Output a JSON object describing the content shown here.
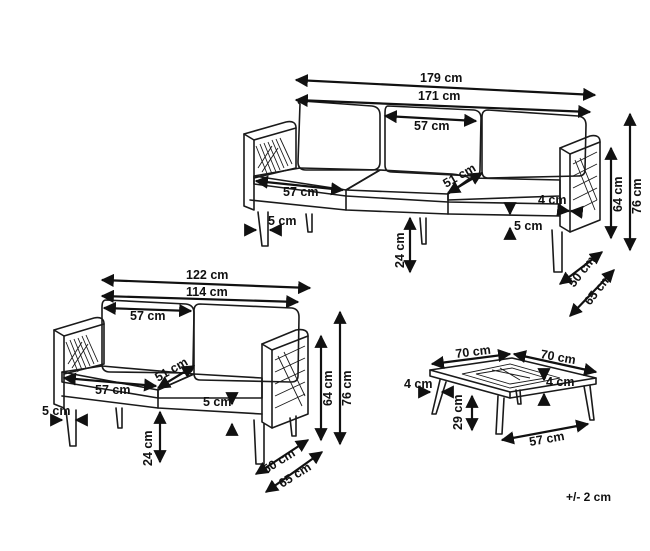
{
  "sofa3": {
    "total_width": "179 cm",
    "seat_width": "171 cm",
    "back_cushion": "57 cm",
    "seat_cushion_width": "57 cm",
    "seat_cushion_depth": "51 cm",
    "arm_thickness": "4 cm",
    "leg_offset": "5 cm",
    "cushion_thickness": "5 cm",
    "seat_height": "24 cm",
    "arm_height": "64 cm",
    "total_height": "76 cm",
    "seat_depth": "50 cm",
    "total_depth": "65 cm"
  },
  "sofa2": {
    "total_width": "122 cm",
    "seat_width": "114 cm",
    "back_cushion": "57 cm",
    "seat_cushion_width": "57 cm",
    "seat_cushion_depth": "51 cm",
    "leg_offset": "5 cm",
    "cushion_thickness": "5 cm",
    "seat_height": "24 cm",
    "arm_height": "64 cm",
    "total_height": "76 cm",
    "seat_depth": "50 cm",
    "total_depth": "65 cm"
  },
  "table": {
    "top_width": "70 cm",
    "top_depth": "70 cm",
    "leg_inset_left": "4 cm",
    "leg_inset_right": "4 cm",
    "height": "29 cm",
    "base_width": "57 cm"
  },
  "tolerance": "+/- 2 cm"
}
